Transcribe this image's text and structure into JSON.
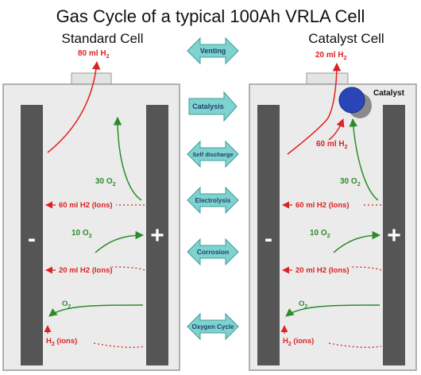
{
  "title": "Gas Cycle of a typical 100Ah VRLA Cell",
  "left_cell": {
    "heading": "Standard Cell",
    "vent_label": "80 ml H",
    "vent_sub": "2",
    "o2_30": "30 O",
    "o2_30_sub": "2",
    "h2_60": "60 ml H2 (Ions)",
    "o2_10": "10 O",
    "o2_10_sub": "2",
    "h2_20": "20 ml H2 (Ions)",
    "o2_cycle": "O",
    "o2_cycle_sub": "2",
    "h2_ions": "H",
    "h2_ions_sub": "2",
    "h2_ions_rest": " (ions)",
    "minus": "-",
    "plus": "+"
  },
  "right_cell": {
    "heading": "Catalyst Cell",
    "vent_label": "20 ml H",
    "vent_sub": "2",
    "catalyst": "Catalyst",
    "h2_60_catalyst": "60 ml H",
    "h2_60_catalyst_sub": "2",
    "o2_30": "30 O",
    "o2_30_sub": "2",
    "h2_60": "60 ml H2 (Ions)",
    "o2_10": "10 O",
    "o2_10_sub": "2",
    "h2_20": "20 ml H2 (Ions)",
    "o2_cycle": "O",
    "o2_cycle_sub": "2",
    "h2_ions": "H",
    "h2_ions_sub": "2",
    "h2_ions_rest": " (ions)",
    "minus": "-",
    "plus": "+"
  },
  "processes": [
    "Venting",
    "Catalysis",
    "Self discharge",
    "Electrolysis",
    "Corrosion",
    "Oxygen Cycle"
  ],
  "colors": {
    "arrow_fill": "#7fd3cf",
    "arrow_stroke": "#3d9c98",
    "plate": "#555555",
    "cell_fill": "#ebebeb",
    "cell_stroke": "#9a9a9a",
    "hydrogen": "#dd2222",
    "oxygen": "#2c8c2c",
    "catalyst_front": "#2a45b8",
    "catalyst_back": "#8a8a8a"
  }
}
